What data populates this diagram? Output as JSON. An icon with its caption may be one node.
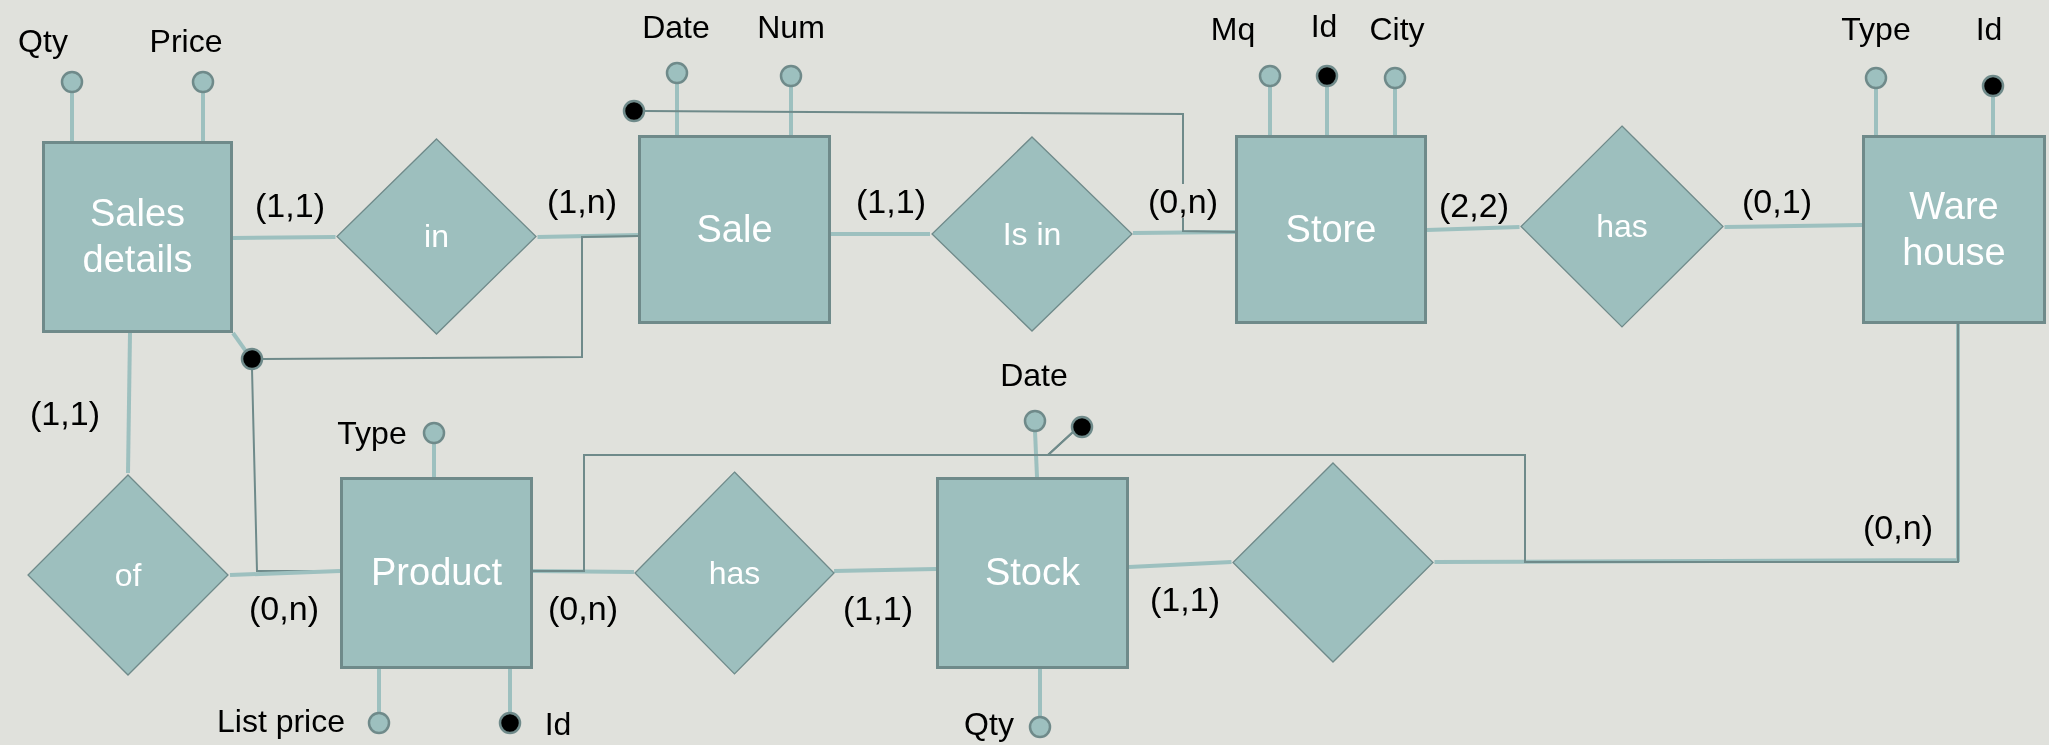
{
  "diagram": {
    "nodes": [
      {
        "text": [
          "Qty"
        ]
      },
      {
        "text": [
          "Price"
        ]
      },
      {
        "text": [
          "Date"
        ]
      },
      {
        "text": [
          "Num"
        ]
      },
      {
        "text": [
          "Mq"
        ]
      },
      {
        "text": [
          "Id"
        ]
      },
      {
        "text": [
          "City"
        ]
      },
      {
        "text": [
          "Type"
        ]
      },
      {
        "text": [
          "Id"
        ]
      },
      {
        "text": [],
        "shape": "circle"
      },
      {
        "text": [
          "Sales details"
        ]
      },
      {
        "text": [
          "in"
        ]
      },
      {
        "text": [
          "Sale"
        ]
      },
      {
        "text": [
          "Is in"
        ]
      },
      {
        "text": [
          "Store"
        ]
      },
      {
        "text": [
          "has"
        ]
      },
      {
        "text": [
          "Ware house"
        ]
      },
      {
        "text": [],
        "shape": "circle"
      },
      {
        "text": [
          "Date"
        ]
      },
      {
        "text": [],
        "shape": "circle"
      },
      {
        "text": [
          "Type"
        ]
      },
      {
        "text": [
          "of"
        ]
      },
      {
        "text": [
          "Product"
        ]
      },
      {
        "text": [
          "has"
        ]
      },
      {
        "text": [
          "Stock"
        ]
      },
      {
        "text": [],
        "shape": "diamond"
      },
      {
        "text": [
          "List price"
        ]
      },
      {
        "text": [
          "Id"
        ]
      },
      {
        "text": [
          "Qty"
        ]
      }
    ],
    "edges": [
      {
        "from": 10,
        "to": 0,
        "arrow": "none"
      },
      {
        "from": 10,
        "to": 1,
        "arrow": "none"
      },
      {
        "from": 12,
        "to": 2,
        "arrow": "none"
      },
      {
        "from": 12,
        "to": 3,
        "arrow": "none"
      },
      {
        "from": 14,
        "to": 4,
        "arrow": "none"
      },
      {
        "from": 14,
        "to": 5,
        "arrow": "none"
      },
      {
        "from": 14,
        "to": 6,
        "arrow": "none"
      },
      {
        "from": 16,
        "to": 7,
        "arrow": "none"
      },
      {
        "from": 16,
        "to": 8,
        "arrow": "none"
      },
      {
        "from": 10,
        "to": 11,
        "arrow": "none",
        "label": "(1,1)"
      },
      {
        "from": 11,
        "to": 12,
        "arrow": "none",
        "label": "(1,n)"
      },
      {
        "from": 12,
        "to": 13,
        "arrow": "none",
        "label": "(1,1)"
      },
      {
        "from": 13,
        "to": 14,
        "arrow": "none",
        "label": "(0,n)"
      },
      {
        "from": 14,
        "to": 15,
        "arrow": "none",
        "label": "(2,2)"
      },
      {
        "from": 15,
        "to": 16,
        "arrow": "none",
        "label": "(0,1)"
      },
      {
        "from": 9,
        "to": 14,
        "arrow": "none",
        "color": "#6f8a8a"
      },
      {
        "from": 17,
        "to": 10,
        "arrow": "none"
      },
      {
        "from": 17,
        "to": 12,
        "arrow": "none",
        "color": "#6f8a8a"
      },
      {
        "from": 17,
        "to": 22,
        "arrow": "none",
        "color": "#6f8a8a"
      },
      {
        "from": 10,
        "to": 21,
        "arrow": "none",
        "label": "(1,1)"
      },
      {
        "from": 21,
        "to": 22,
        "arrow": "none",
        "label": "(0,n)"
      },
      {
        "from": 22,
        "to": 23,
        "arrow": "none",
        "label": "(0,n)"
      },
      {
        "from": 23,
        "to": 24,
        "arrow": "none",
        "label": "(1,1)"
      },
      {
        "from": 24,
        "to": 25,
        "arrow": "none",
        "label": "(1,1)"
      },
      {
        "from": 25,
        "to": 16,
        "arrow": "none",
        "label": "(0,n)"
      },
      {
        "from": 22,
        "to": 20,
        "arrow": "none"
      },
      {
        "from": 24,
        "to": 18,
        "arrow": "none"
      },
      {
        "from": 19,
        "to": 22,
        "arrow": "none",
        "color": "#6f8a8a"
      },
      {
        "from": 19,
        "to": 16,
        "arrow": "none",
        "color": "#6f8a8a"
      },
      {
        "from": 22,
        "to": 26,
        "arrow": "none"
      },
      {
        "from": 22,
        "to": 27,
        "arrow": "none"
      },
      {
        "from": 24,
        "to": 28,
        "arrow": "none"
      }
    ]
  }
}
